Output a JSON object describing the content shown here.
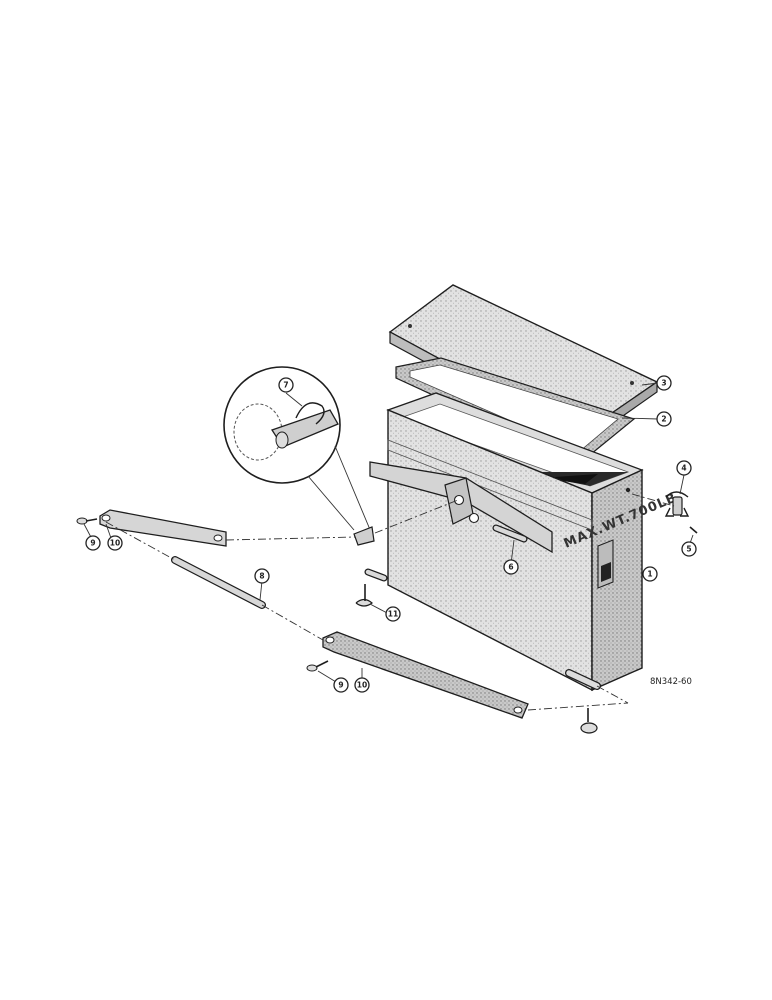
{
  "stencil_text": "MAX.WT.700LB",
  "drawing_ref": "8N342-60",
  "callouts": [
    {
      "id": "callout-1",
      "label": "1"
    },
    {
      "id": "callout-2",
      "label": "2"
    },
    {
      "id": "callout-3",
      "label": "3"
    },
    {
      "id": "callout-4",
      "label": "4"
    },
    {
      "id": "callout-5",
      "label": "5"
    },
    {
      "id": "callout-6",
      "label": "6"
    },
    {
      "id": "callout-7",
      "label": "7"
    },
    {
      "id": "callout-8",
      "label": "8"
    },
    {
      "id": "callout-9a",
      "label": "9"
    },
    {
      "id": "callout-10a",
      "label": "10"
    },
    {
      "id": "callout-11",
      "label": "11"
    },
    {
      "id": "callout-9b",
      "label": "9"
    },
    {
      "id": "callout-10b",
      "label": "10"
    }
  ]
}
